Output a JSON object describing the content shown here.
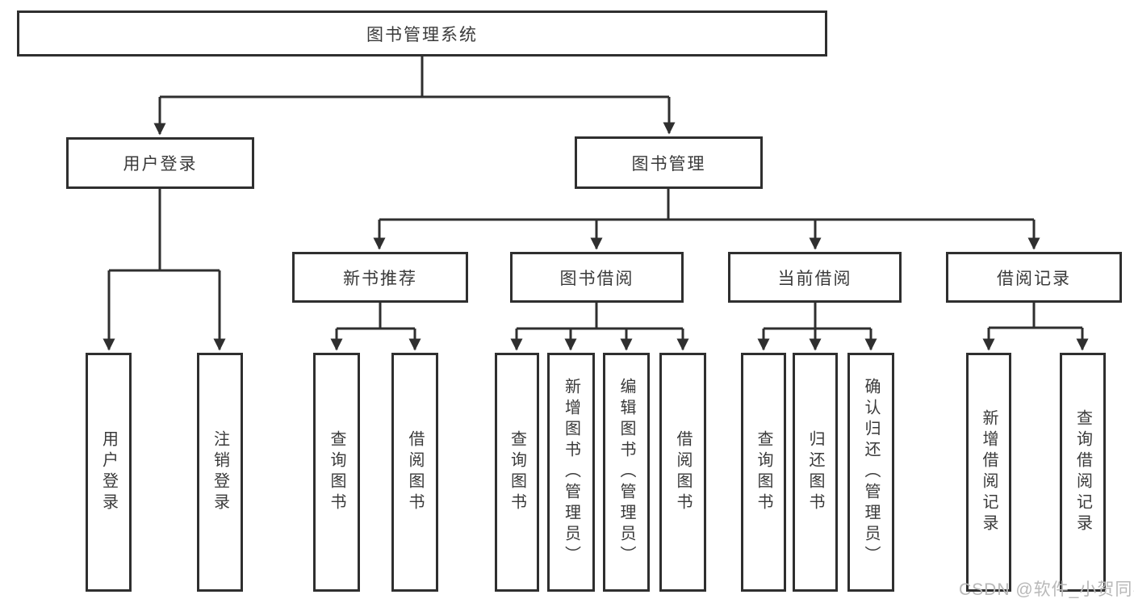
{
  "diagram": {
    "root": {
      "label": "图书管理系统"
    },
    "level2": {
      "user_login": {
        "label": "用户登录"
      },
      "book_management": {
        "label": "图书管理"
      }
    },
    "level3": {
      "new_book_recommend": {
        "label": "新书推荐"
      },
      "book_borrow": {
        "label": "图书借阅"
      },
      "current_borrow": {
        "label": "当前借阅"
      },
      "borrow_records": {
        "label": "借阅记录"
      }
    },
    "leaves": {
      "user_login": [
        "用户登录",
        "注销登录"
      ],
      "new_book_recommend": [
        "查询图书",
        "借阅图书"
      ],
      "book_borrow": [
        "查询图书",
        "新增图书（管理员）",
        "编辑图书（管理员）",
        "借阅图书"
      ],
      "current_borrow": [
        "查询图书",
        "归还图书",
        "确认归还（管理员）"
      ],
      "borrow_records": [
        "新增借阅记录",
        "查询借阅记录"
      ]
    },
    "watermark": "CSDN @软件_小贺同学",
    "colors": {
      "line": "#2f2f2f",
      "text": "#3a3a3a",
      "box_fill": "#ffffff",
      "watermark": "#b8b8b8",
      "background": "#ffffff"
    }
  }
}
